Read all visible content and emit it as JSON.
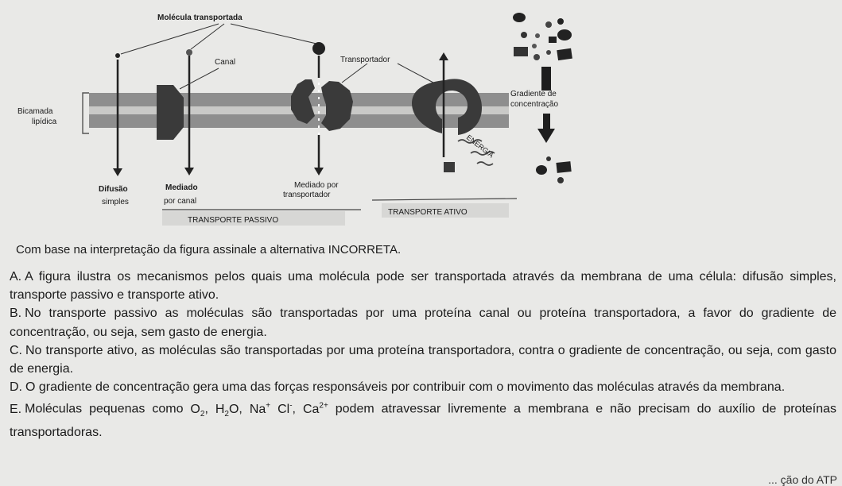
{
  "figure": {
    "title": "Molécula transportada",
    "channel_label": "Canal",
    "carrier_label": "Transportador",
    "bilayer_label_line1": "Bicamada",
    "bilayer_label_line2": "lipídica",
    "gradient_label_line1": "Gradiente de",
    "gradient_label_line2": "concentração",
    "energy_label": "ENERGIA",
    "simple_diffusion_line1": "Difusão",
    "simple_diffusion_line2": "simples",
    "channel_mediated_line1": "Mediado",
    "channel_mediated_line2": "por canal",
    "carrier_mediated_line1": "Mediado por",
    "carrier_mediated_line2": "transportador",
    "passive_transport": "TRANSPORTE PASSIVO",
    "active_transport": "TRANSPORTE ATIVO"
  },
  "question": "Com base na interpretação da figura assinale a alternativa INCORRETA.",
  "options": [
    {
      "letter": "A.",
      "text": "A figura ilustra os mecanismos pelos quais uma molécula pode ser transportada através da membrana de uma célula: difusão simples, transporte passivo e transporte ativo."
    },
    {
      "letter": "B.",
      "text": "No transporte passivo as moléculas são transportadas por uma proteína canal ou proteína transportadora, a favor do gradiente de concentração, ou seja, sem gasto de energia."
    },
    {
      "letter": "C.",
      "text": "No transporte ativo, as moléculas são transportadas por uma proteína transportadora, contra o gradiente de concentração, ou seja, com gasto de energia."
    },
    {
      "letter": "D.",
      "text": "O gradiente de concentração gera uma das forças responsáveis por contribuir com o movimento das moléculas através da membrana."
    }
  ],
  "option_e": {
    "letter": "E.",
    "text_before": "Moléculas pequenas como",
    "o2_main": "O",
    "o2_sub": "2",
    "h2o_h": "H",
    "h2o_sub": "2",
    "h2o_o": "O",
    "na_main": "Na",
    "na_sup": "+",
    "cl_main": "Cl",
    "cl_sup": "-",
    "ca_main": "Ca",
    "ca_sup": "2+",
    "text_after": "podem atravessar livremente a membrana e não precisam do auxílio de proteínas transportadoras."
  },
  "bottom_fragment": "... ção do ATP"
}
